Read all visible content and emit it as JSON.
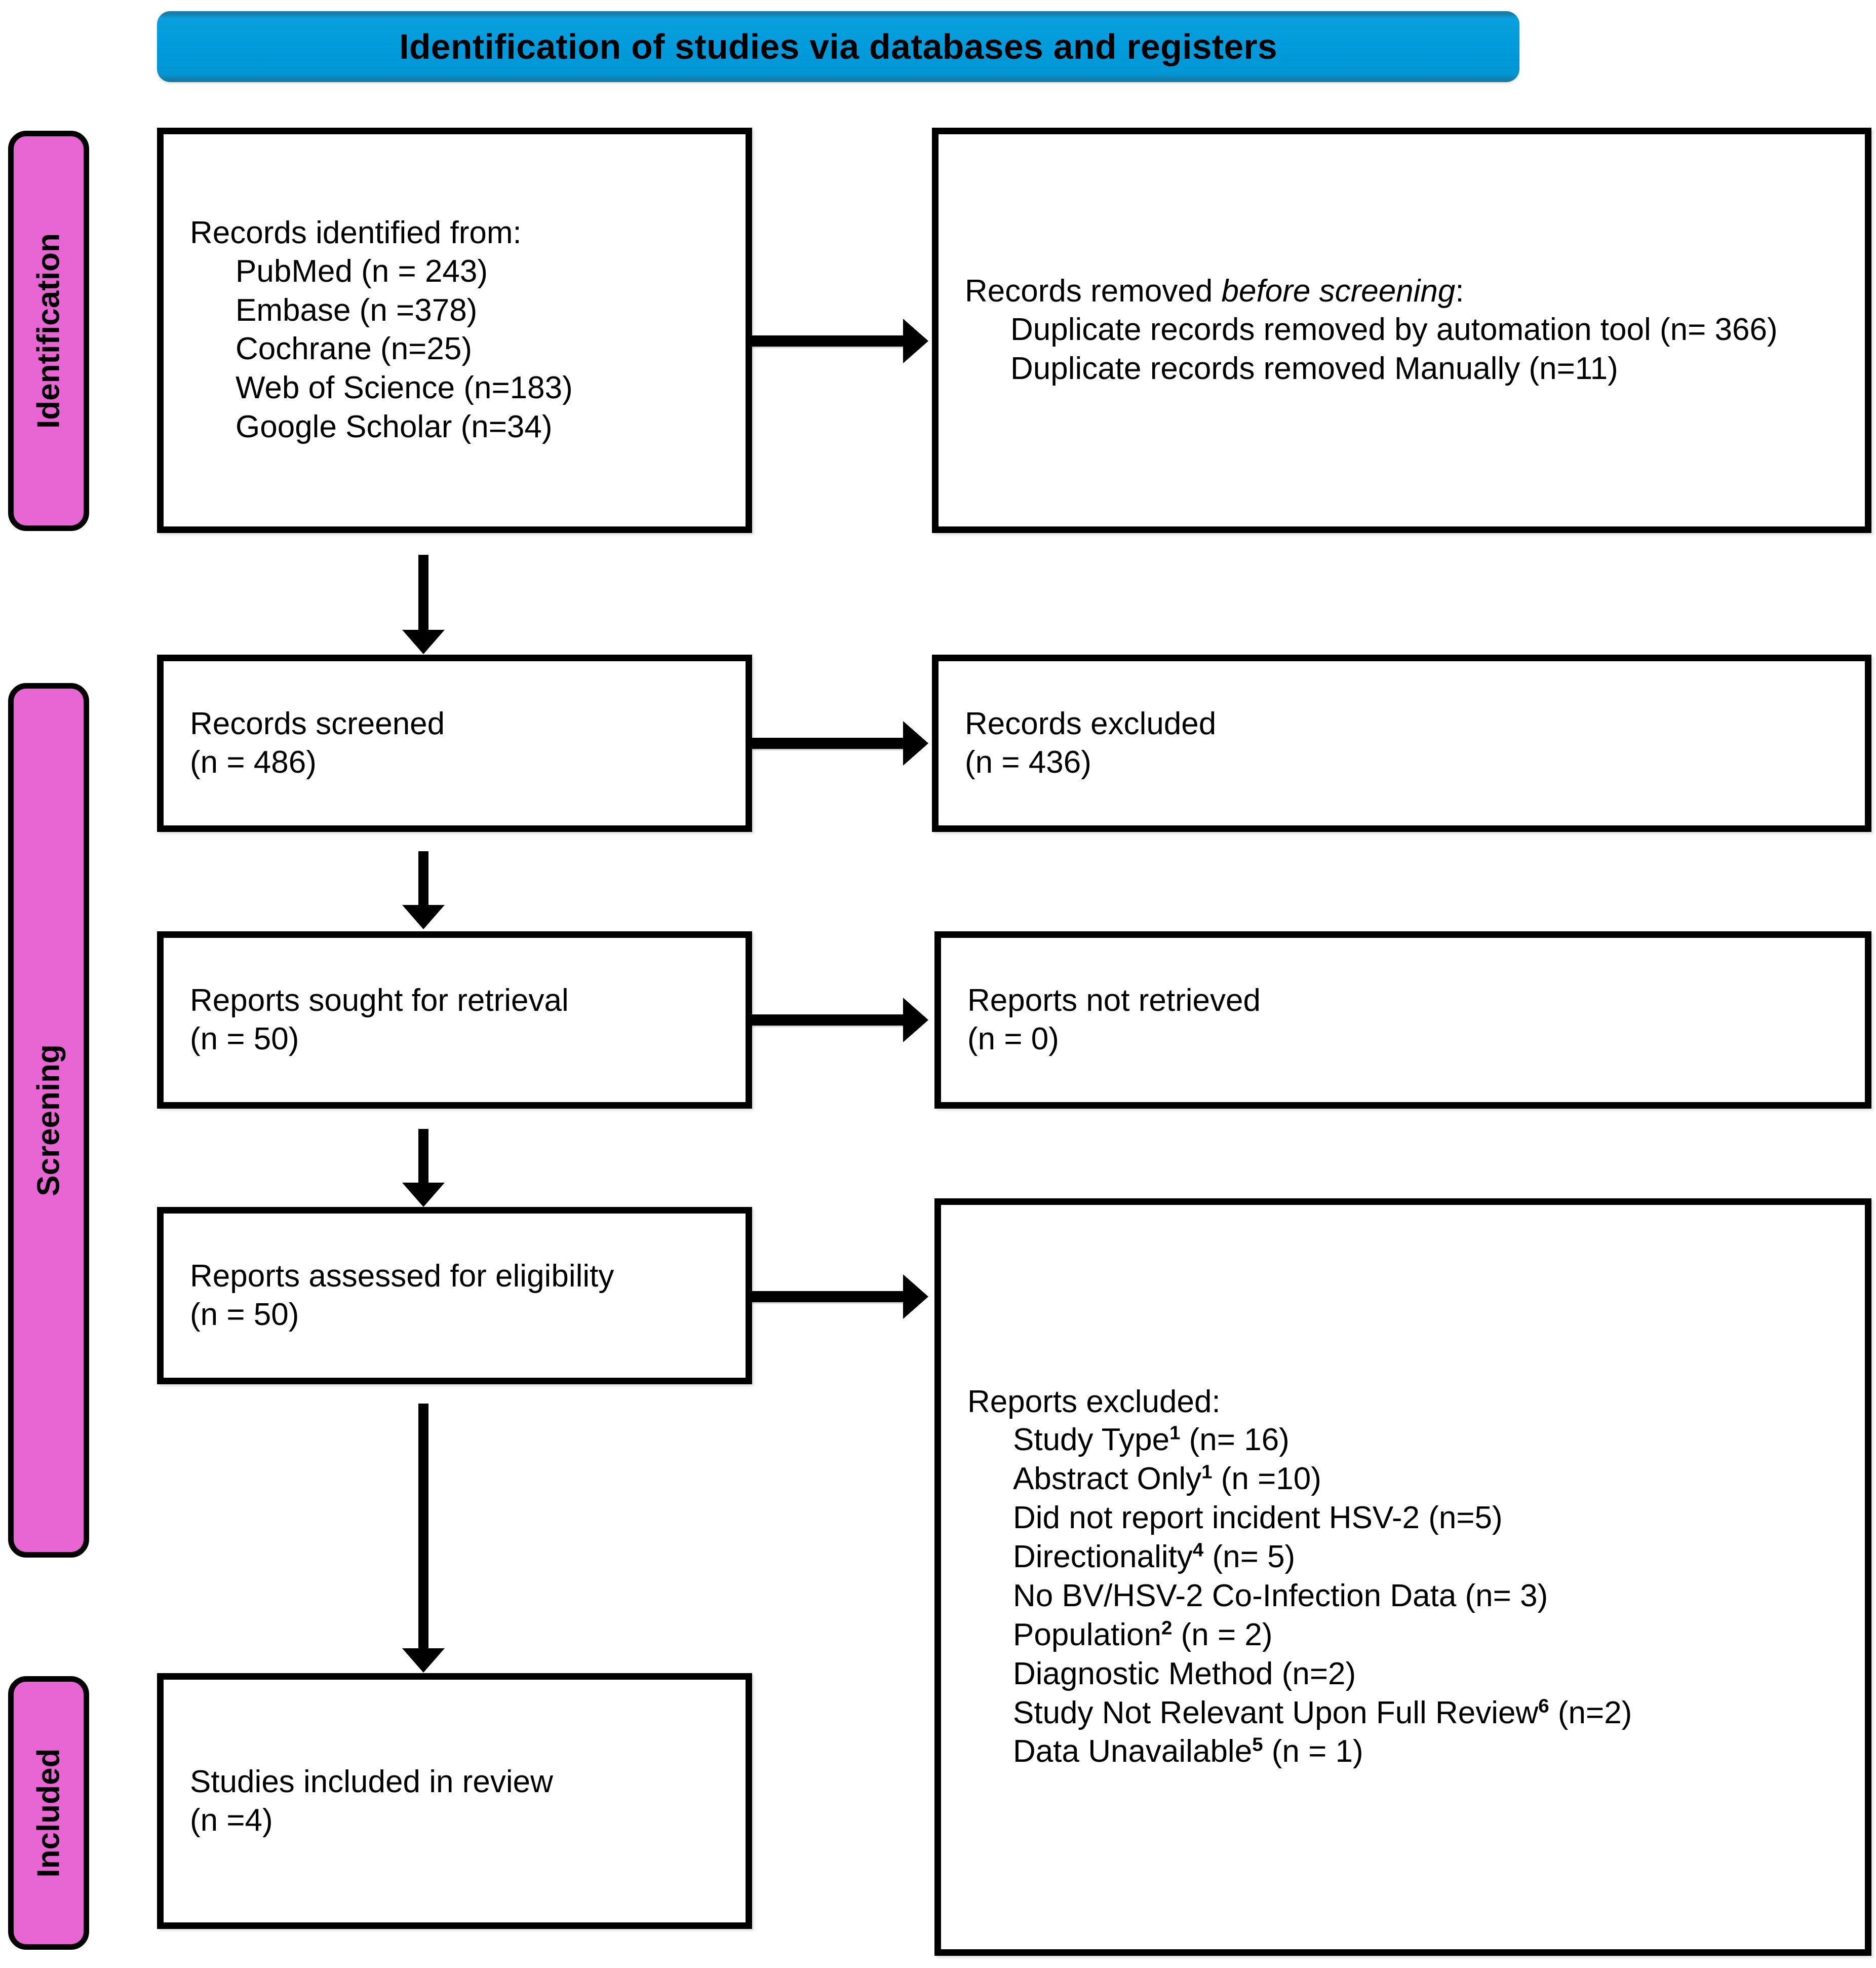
{
  "banner": {
    "title": "Identification of studies via databases and registers",
    "color": "#029bdb"
  },
  "stages": {
    "identification": "Identification",
    "screening": "Screening",
    "included": "Included",
    "color": "#e766d4"
  },
  "boxes": {
    "identified": {
      "title": "Records identified from:",
      "items": [
        "PubMed (n = 243)",
        "Embase (n =378)",
        "Cochrane (n=25)",
        "Web of Science (n=183)",
        "Google Scholar (n=34)"
      ]
    },
    "removed_before_screening": {
      "title_prefix": "Records removed ",
      "title_em": "before screening",
      "title_suffix": ":",
      "items": [
        "Duplicate records removed by automation tool (n= 366)",
        "Duplicate records removed Manually (n=11)"
      ]
    },
    "records_screened": {
      "title": "Records screened",
      "count": "(n = 486)"
    },
    "records_excluded": {
      "title": "Records excluded",
      "count": "(n = 436)"
    },
    "reports_sought": {
      "title": "Reports sought for retrieval",
      "count": "(n = 50)"
    },
    "reports_not_retrieved": {
      "title": "Reports not retrieved",
      "count": "(n = 0)"
    },
    "reports_assessed": {
      "title": "Reports assessed for eligibility",
      "count": "(n = 50)"
    },
    "reports_excluded": {
      "title": "Reports excluded:",
      "items": [
        {
          "label": "Study Type",
          "sup": "1",
          "count": " (n= 16)"
        },
        {
          "label": "Abstract Only",
          "sup": "1",
          "count": " (n =10)"
        },
        {
          "label": "Did not report incident HSV-2",
          "sup": "",
          "count": " (n=5)"
        },
        {
          "label": "Directionality",
          "sup": "4",
          "count": " (n= 5)"
        },
        {
          "label": "No BV/HSV-2 Co-Infection Data",
          "sup": "",
          "count": " (n= 3)"
        },
        {
          "label": "Population",
          "sup": "2",
          "count": " (n = 2)"
        },
        {
          "label": "Diagnostic Method",
          "sup": "",
          "count": " (n=2)"
        },
        {
          "label": "Study Not Relevant Upon Full Review",
          "sup": "6",
          "count": " (n=2)"
        },
        {
          "label": "Data Unavailable",
          "sup": "5",
          "count": " (n = 1)"
        }
      ]
    },
    "studies_included": {
      "title": "Studies included in review",
      "count": "(n =4)"
    }
  }
}
